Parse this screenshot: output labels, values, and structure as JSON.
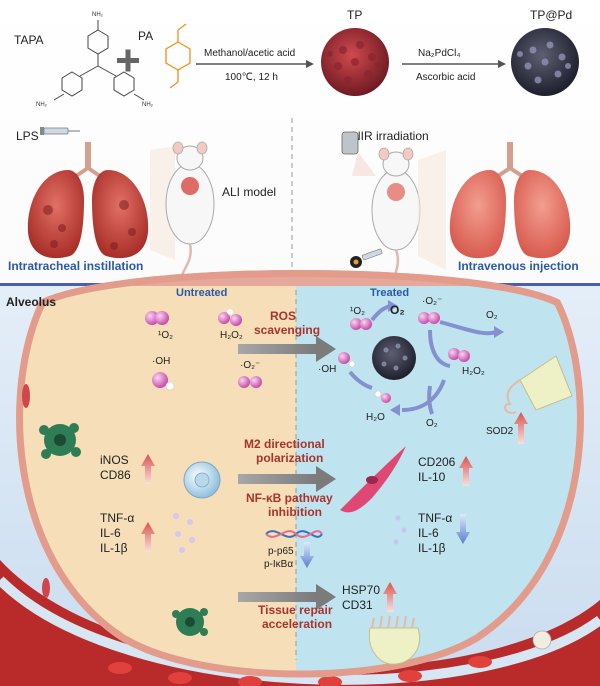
{
  "synthesis": {
    "tapa": "TAPA",
    "pa": "PA",
    "reaction_top": "Methanol/acetic acid",
    "reaction_bottom": "100℃, 12 h",
    "tp": "TP",
    "tppd": "TP@Pd",
    "pd_reagent": "Na₂PdCl₄",
    "pd_reductant": "Ascorbic acid",
    "nh2": "NH₂"
  },
  "model": {
    "lps": "LPS",
    "ali": "ALI model",
    "nir": "NIR irradiation",
    "left_route": "Intratracheal instillation",
    "right_route": "Intravenous injection"
  },
  "alveolus": {
    "title": "Alveolus",
    "untreated": "Untreated",
    "treated": "Treated",
    "ros": {
      "left": {
        "singlet": "¹O₂",
        "h2o2": "H₂O₂",
        "oh": "·OH",
        "superoxide": "·O₂⁻"
      },
      "line1": "ROS",
      "line2": "scavenging",
      "right": {
        "singlet": "¹O₂",
        "o2a": "O₂",
        "superoxide": "·O₂⁻",
        "o2b": "O₂",
        "oh": "·OH",
        "h2o2": "H₂O₂",
        "h2o": "H₂O",
        "o2c": "O₂",
        "sod2": "SOD2"
      }
    },
    "m2": {
      "line1": "M2 directional",
      "line2": "polarization",
      "left1": "iNOS",
      "left2": "CD86",
      "right1": "CD206",
      "right2": "IL-10"
    },
    "nfkb": {
      "line1": "NF-κB pathway",
      "line2": "inhibition",
      "p1": "p-p65",
      "p2": "p-IκBα",
      "left": [
        "TNF-α",
        "IL-6",
        "IL-1β"
      ],
      "right": [
        "TNF-α",
        "IL-6",
        "IL-1β"
      ]
    },
    "repair": {
      "line1": "Tissue repair",
      "line2": "acceleration",
      "m1": "HSP70",
      "m2": "CD31"
    }
  },
  "colors": {
    "title_blue": "#2a5aa6",
    "mechanism_red": "#a5352d",
    "up_arrow": "#d9534f",
    "down_arrow": "#5b7fd0",
    "untreated_fill": "#f5deb8",
    "treated_fill": "#bfe3ef",
    "vessel": "#b92a2a"
  }
}
